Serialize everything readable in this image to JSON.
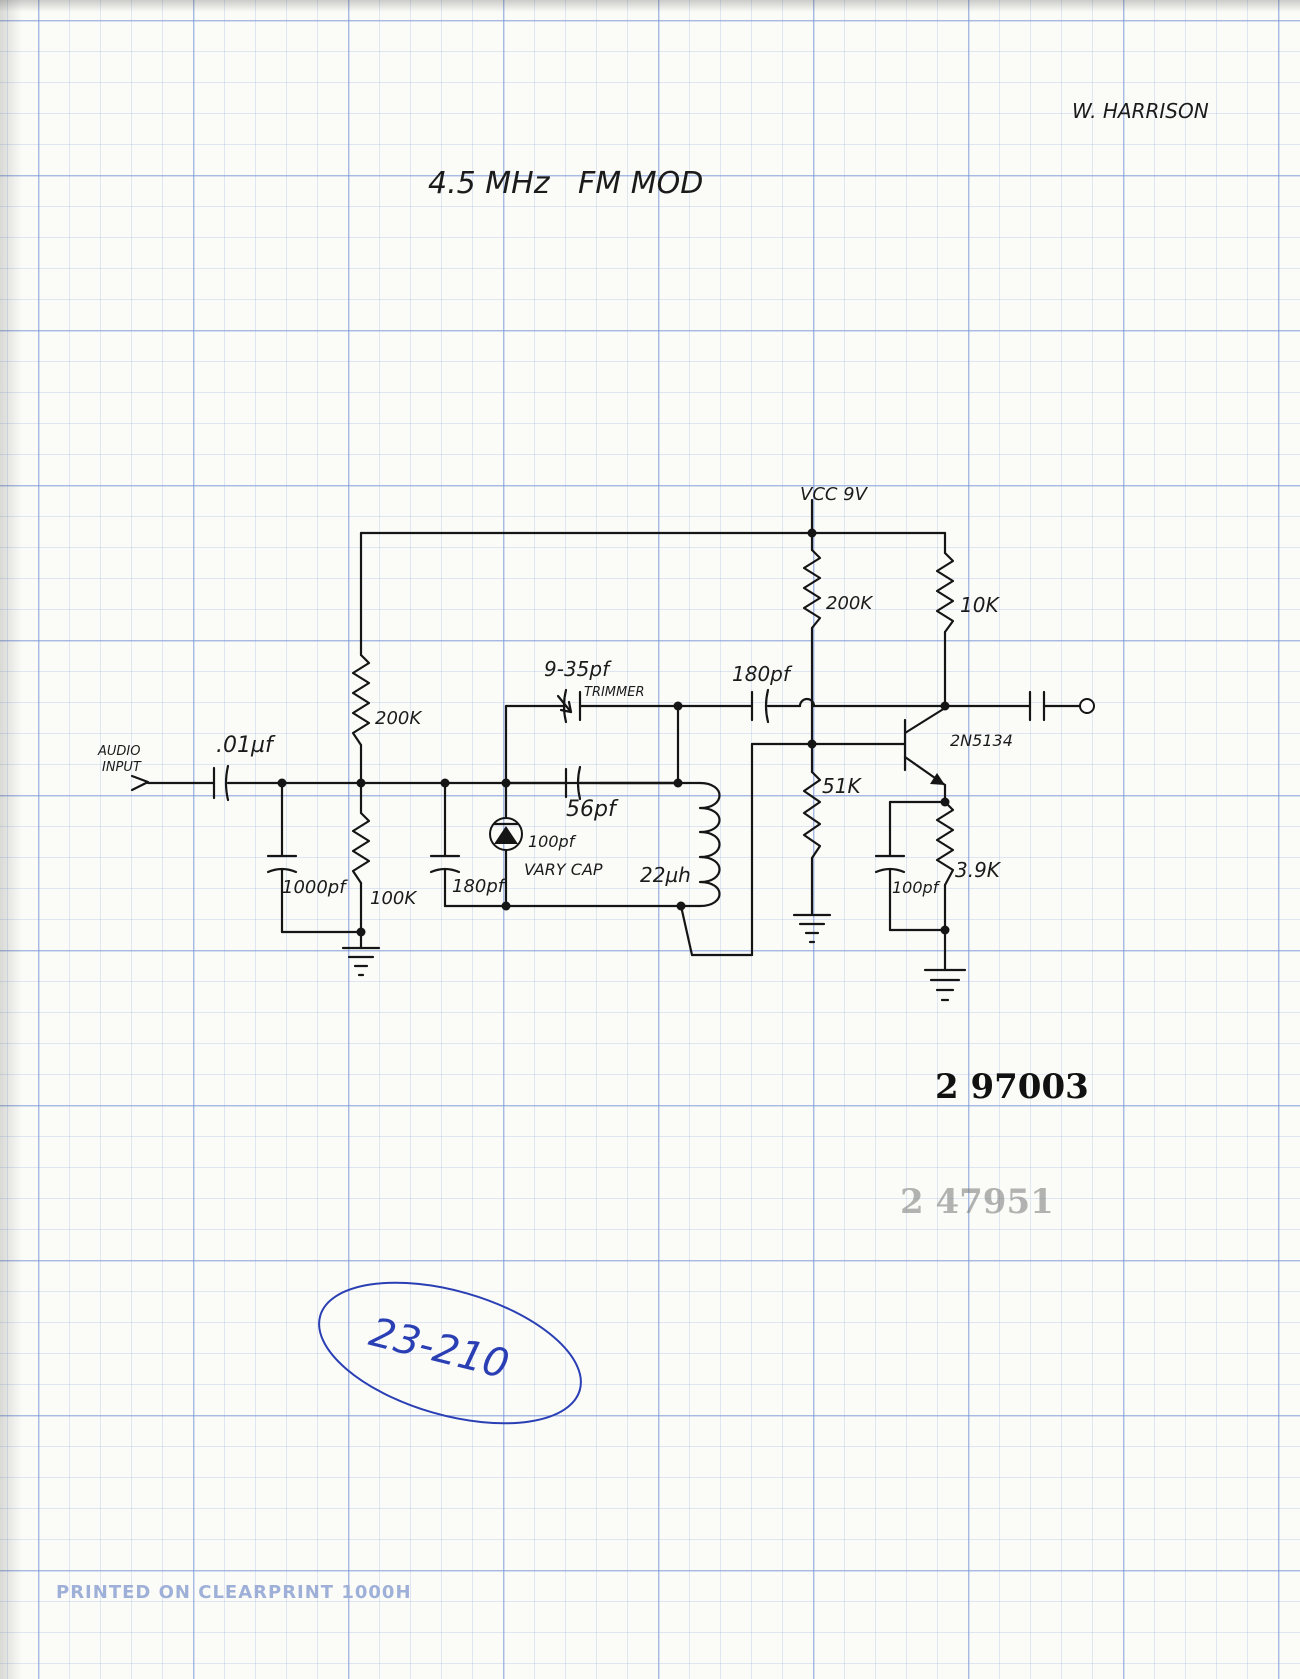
{
  "author": "W. HARRISON",
  "title": "4.5 MHz   FM MOD",
  "labels": {
    "audio_input": "AUDIO\nINPUT",
    "cap_input": ".01µf",
    "cap_1000": "1000pf",
    "res_200k_left": "200K",
    "res_100k": "100K",
    "cap_180_left": "180pf",
    "varicap_value": "100pf",
    "varicap_name": "VARY CAP",
    "trimmer_value": "9-35pf",
    "trimmer_name": "TRIMMER",
    "cap_56": "56pf",
    "inductor": "22µh",
    "cap_180_top": "180pf",
    "vcc": "VCC 9V",
    "res_200k_right": "200K",
    "res_10k": "10K",
    "res_51k": "51K",
    "transistor": "2N5134",
    "cap_100_emitter": "100pf",
    "res_3_9k": "3.9K"
  },
  "stamps": {
    "number": "2 97003",
    "faint_number": "2 47951"
  },
  "handwritten_note": "23-210",
  "paper_imprint": "PRINTED ON CLEARPRINT 1000H"
}
